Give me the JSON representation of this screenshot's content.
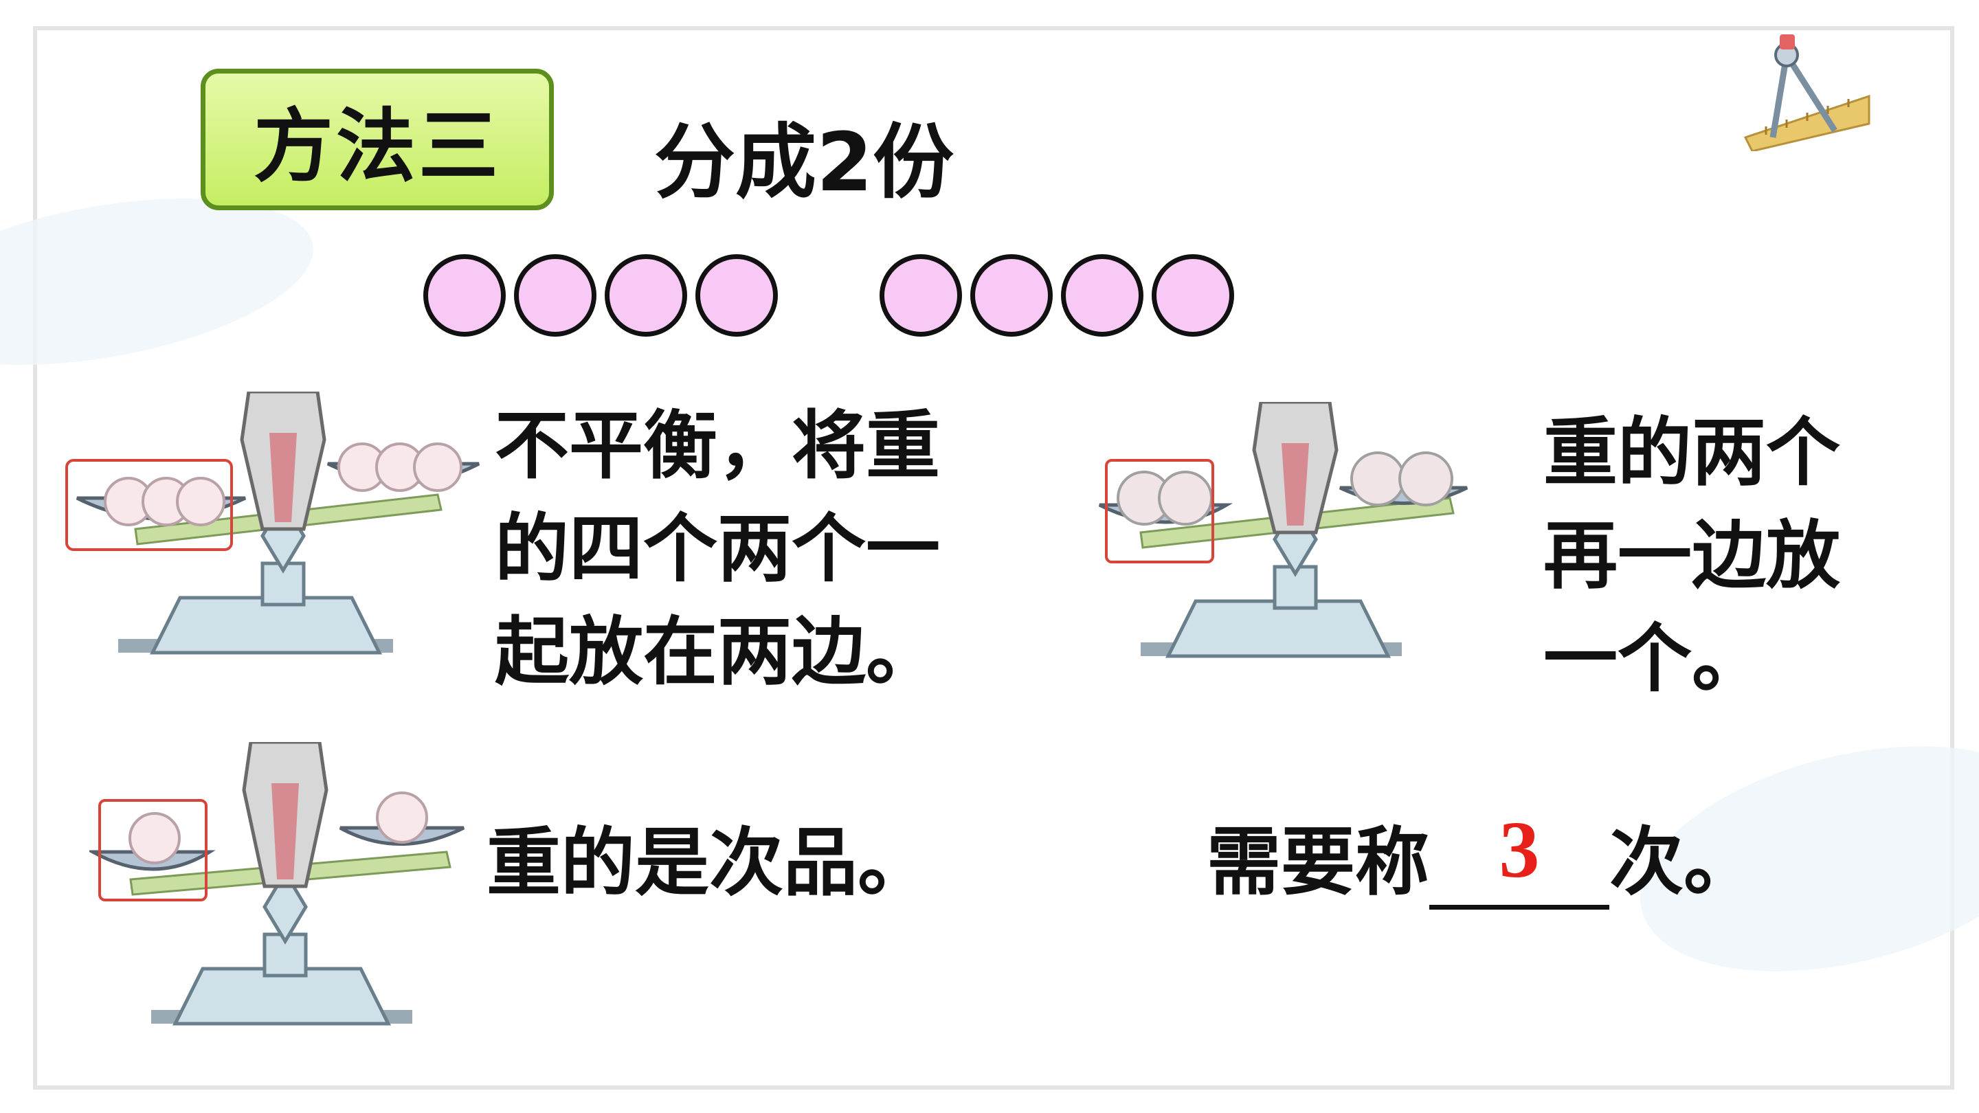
{
  "method": {
    "label": "方法三"
  },
  "split": {
    "title": "分成2份"
  },
  "coins": {
    "group_a_count": 4,
    "group_b_count": 4,
    "fill_color": "#f9c9f5"
  },
  "step1": {
    "lines": [
      "不平衡，将重",
      "的四个两个一",
      "起放在两边。"
    ]
  },
  "step2": {
    "lines": [
      "重的两个",
      "再一边放",
      "一个。"
    ]
  },
  "step3": {
    "text": "重的是次品。"
  },
  "answer": {
    "prefix": "需要称",
    "value": "3",
    "suffix": "次。"
  },
  "colors": {
    "badge_fill": "#c5ee62",
    "answer_red": "#e8201a",
    "highlight_box": "#d8443a"
  },
  "icons": {
    "top_right": "compass-ruler-icon",
    "scale": "balance-scale-icon"
  }
}
